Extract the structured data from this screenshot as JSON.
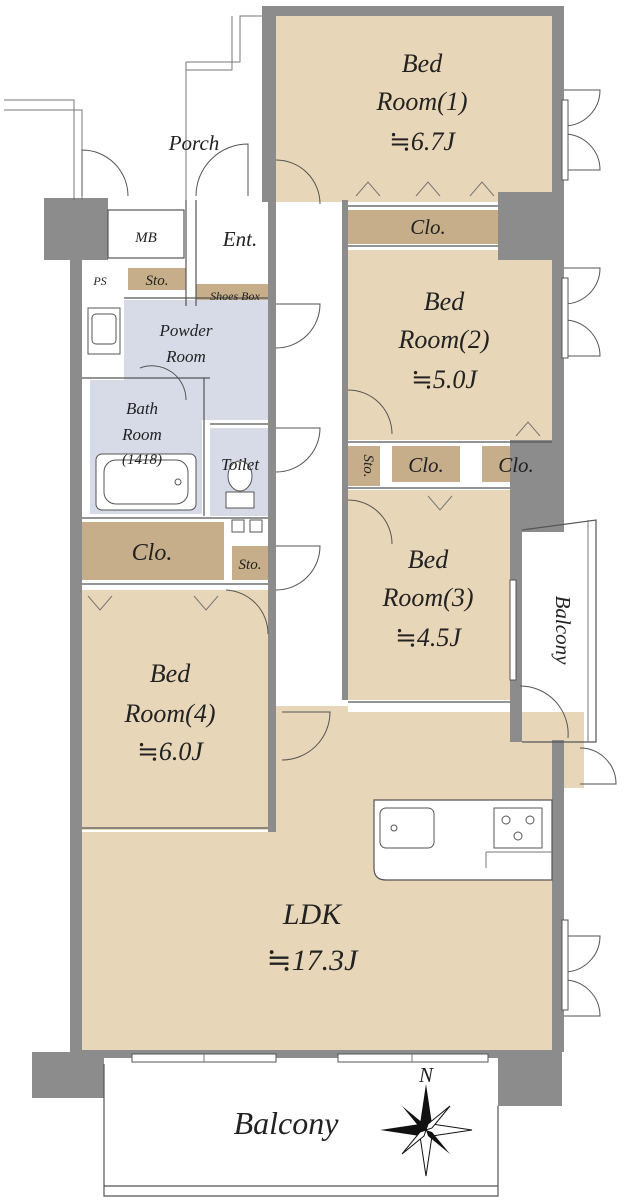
{
  "rooms": {
    "bedroom1": {
      "name1": "Bed",
      "name2": "Room(1)",
      "size": "≒6.7J"
    },
    "bedroom2": {
      "name1": "Bed",
      "name2": "Room(2)",
      "size": "≒5.0J"
    },
    "bedroom3": {
      "name1": "Bed",
      "name2": "Room(3)",
      "size": "≒4.5J"
    },
    "bedroom4": {
      "name1": "Bed",
      "name2": "Room(4)",
      "size": "≒6.0J"
    },
    "ldk": {
      "name": "LDK",
      "size": "≒17.3J"
    },
    "powder": {
      "name1": "Powder",
      "name2": "Room"
    },
    "bath": {
      "name1": "Bath",
      "name2": "Room",
      "name3": "(1418)"
    },
    "toilet": "Toilet",
    "entrance": "Ent.",
    "shoes_box": "Shoes Box",
    "porch": "Porch",
    "mb": "MB",
    "ps": "PS",
    "storage": "Sto.",
    "closet": "Clo.",
    "balcony_main": "Balcony",
    "balcony_side": "Balcony",
    "north": "N"
  },
  "colors": {
    "room": "#e8d6b8",
    "closet": "#c6ae8a",
    "wet_area": "#d7dbe8",
    "wall": "#8c8c8c"
  }
}
